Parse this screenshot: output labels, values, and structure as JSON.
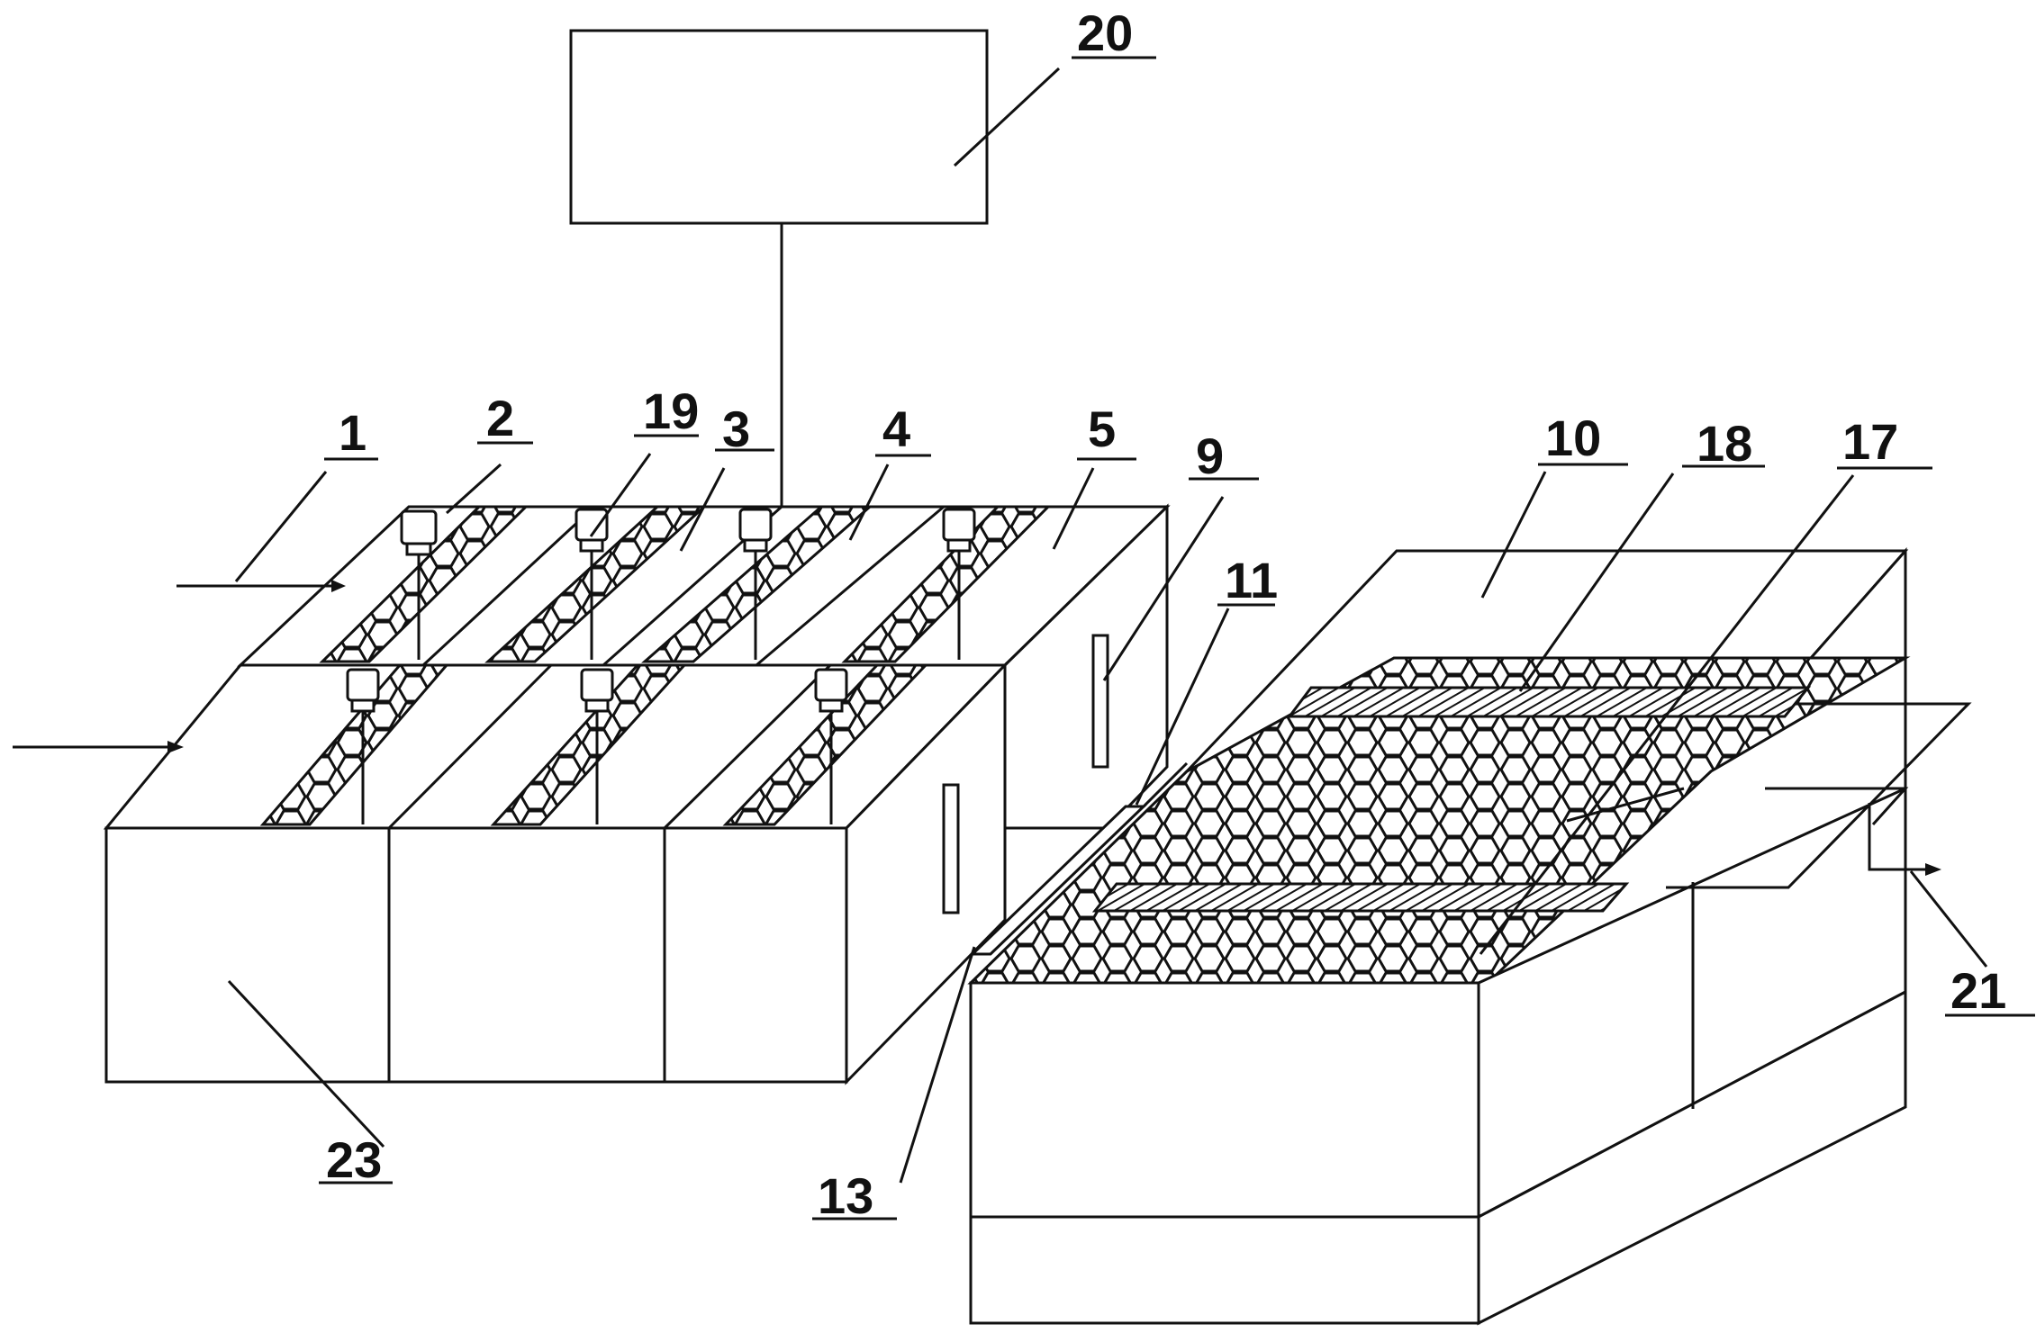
{
  "labels": {
    "l1": "1",
    "l2": "2",
    "l3": "3",
    "l4": "4",
    "l5": "5",
    "l9": "9",
    "l10": "10",
    "l11": "11",
    "l13": "13",
    "l17": "17",
    "l18": "18",
    "l19": "19",
    "l20": "20",
    "l21": "21",
    "l23": "23"
  }
}
